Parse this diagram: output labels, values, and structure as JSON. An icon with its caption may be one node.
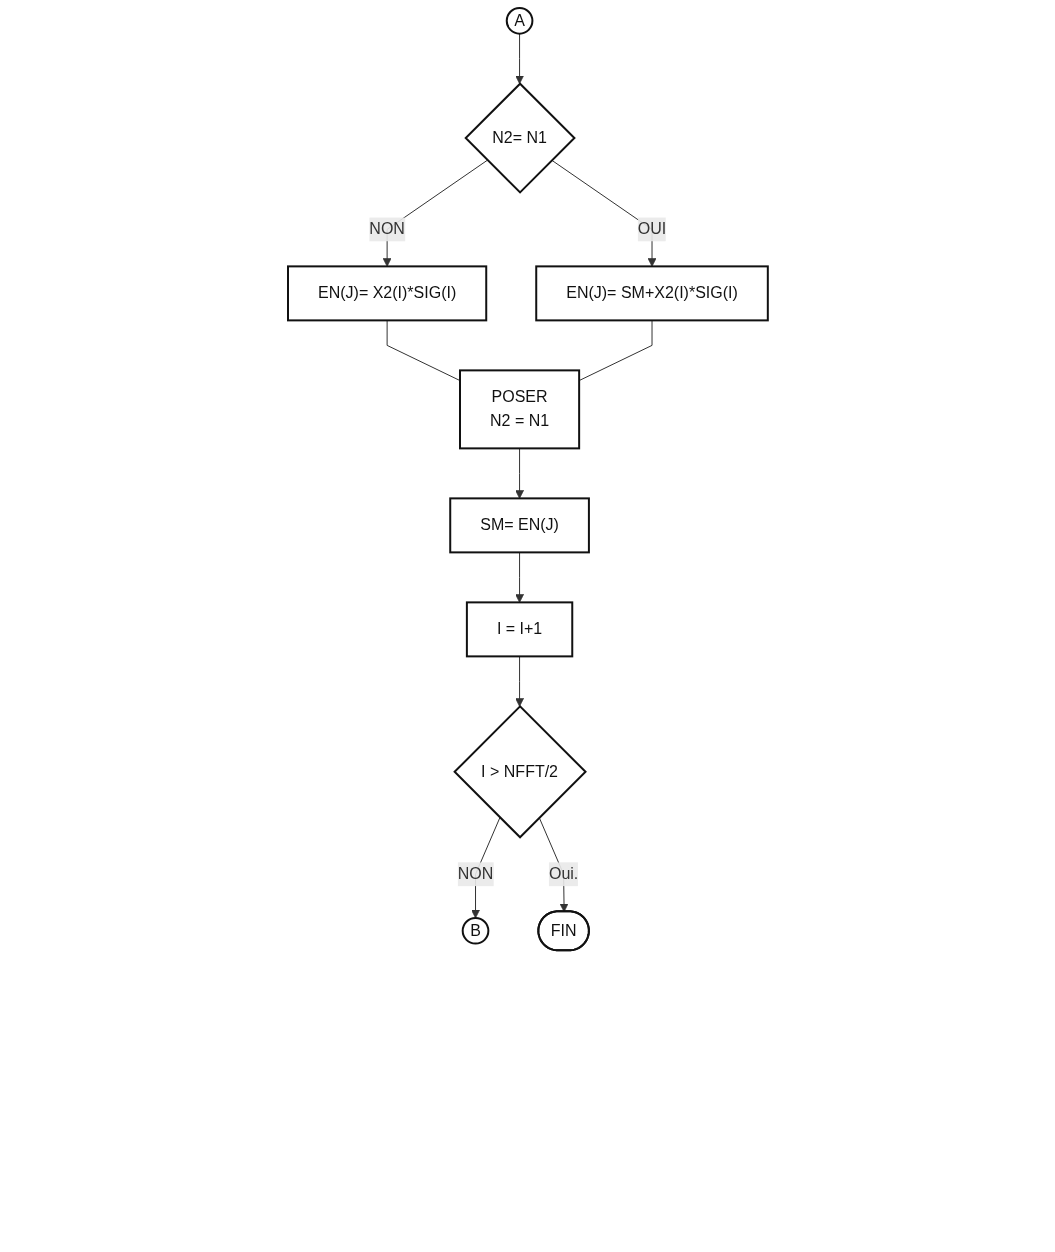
{
  "diagram": {
    "nodes": [
      {
        "text": [
          "A"
        ]
      },
      {
        "text": [
          "N2= N1"
        ]
      },
      {
        "text": [
          "EN(J)= X2(I)*SIG(I)"
        ]
      },
      {
        "text": [
          "EN(J)= SM+X2(I)*SIG(I)"
        ]
      },
      {
        "text": [
          "POSER",
          "N2 = N1"
        ]
      },
      {
        "text": [
          "SM= EN(J)"
        ]
      },
      {
        "text": [
          "I = I+1"
        ]
      },
      {
        "text": [
          "I > NFFT/2"
        ]
      },
      {
        "text": [
          "B"
        ]
      },
      {
        "text": [
          "FIN"
        ]
      }
    ],
    "edges": [
      {
        "from": 0,
        "to": 1,
        "arrow": "to"
      },
      {
        "from": 1,
        "to": 2,
        "arrow": "to",
        "label": "NON"
      },
      {
        "from": 1,
        "to": 3,
        "arrow": "to",
        "label": "OUI"
      },
      {
        "from": 2,
        "to": 4,
        "arrow": "none"
      },
      {
        "from": 3,
        "to": 4,
        "arrow": "none"
      },
      {
        "from": 4,
        "to": 5,
        "arrow": "to"
      },
      {
        "from": 5,
        "to": 6,
        "arrow": "to"
      },
      {
        "from": 6,
        "to": 7,
        "arrow": "to"
      },
      {
        "from": 7,
        "to": 8,
        "arrow": "to",
        "label": "NON"
      },
      {
        "from": 7,
        "to": 9,
        "arrow": "to",
        "label": "Oui."
      }
    ]
  }
}
